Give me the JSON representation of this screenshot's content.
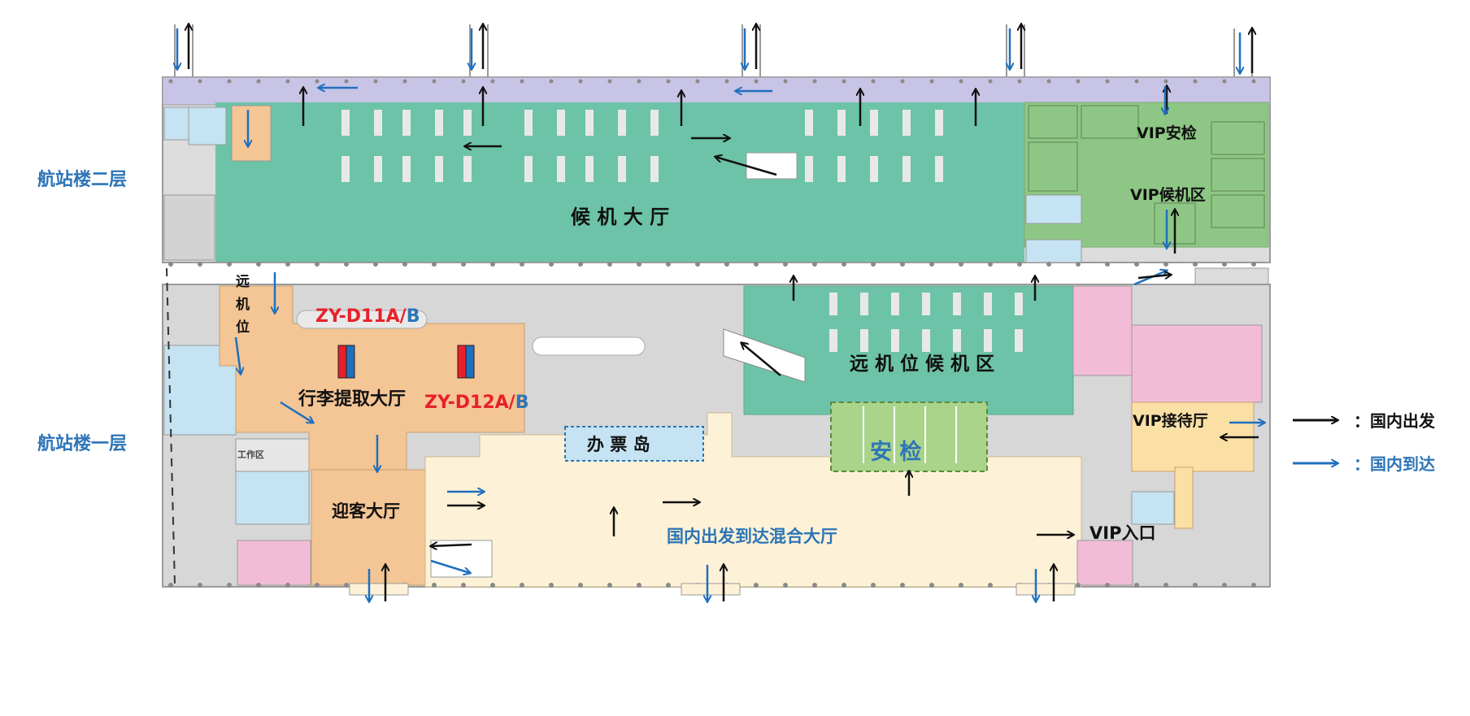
{
  "floors": {
    "upper": "航站楼二层",
    "lower": "航站楼一层"
  },
  "areas": {
    "departure_hall": "候 机 大 厅",
    "vip_security": "VIP安检",
    "vip_waiting": "VIP候机区",
    "remote_stand": "远\n机\n位",
    "remote_stand_chars": [
      "远",
      "机",
      "位"
    ],
    "remote_waiting": "远 机 位 候 机 区",
    "baggage_hall": "行李提取大厅",
    "carousel_1": {
      "code": "ZY-D11A/",
      "suffix": "B"
    },
    "carousel_2": {
      "code": "ZY-D12A/",
      "suffix": "B"
    },
    "ticket_island": "办   票   岛",
    "security": "安   检",
    "vip_reception": "VIP接待厅",
    "greeting_hall": "迎客大厅",
    "mixed_hall": "国内出发到达混合大厅",
    "vip_entrance": "VIP入口",
    "work_area": "工作区"
  },
  "legend": {
    "departure": "：国内出发",
    "arrival": "：国内到达"
  },
  "colors": {
    "corridor": "#c8c4e6",
    "waiting_green": "#6cc3a8",
    "vip_green": "#8ec785",
    "security_green": "#a9d48a",
    "baggage_orange": "#f4c595",
    "hall_cream": "#fdf2d8",
    "vip_cream": "#fbe0a6",
    "pink": "#f2bcd6",
    "light_blue": "#c5e3f2",
    "grey_room": "#d7d7d7",
    "floor_label_blue": "#2e75b6",
    "departure_arrow": "#111111",
    "arrival_arrow": "#1f6fbf",
    "carousel_code_red": "#e8202a",
    "carousel_suffix_blue": "#2e75b6"
  }
}
